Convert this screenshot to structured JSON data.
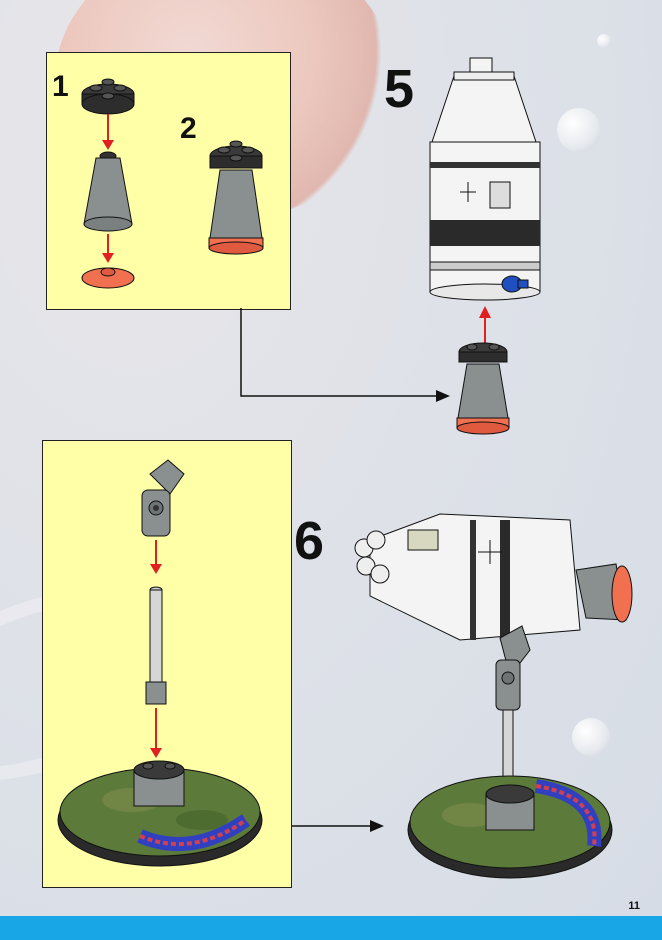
{
  "steps": {
    "sub_step_1": "1",
    "sub_step_2": "2",
    "step_5": "5",
    "step_6": "6"
  },
  "page_number": "11",
  "colors": {
    "panel": "#ffffa8",
    "footer": "#19a6e6",
    "arrow": "#e02020",
    "dark_brick": "#3a3a3a",
    "gray_brick": "#8a9090",
    "orange_ring": "#f07050",
    "base_green": "#5c7a3a",
    "label_blue": "#3040c0"
  },
  "icons": [
    "gray-plate-brick-icon",
    "gray-cone-brick-icon",
    "orange-dish-icon",
    "capsule-module-icon",
    "blue-connector-icon",
    "hinge-arm-icon",
    "antenna-rod-icon",
    "display-base-icon",
    "space-capsule-assembled-icon"
  ]
}
